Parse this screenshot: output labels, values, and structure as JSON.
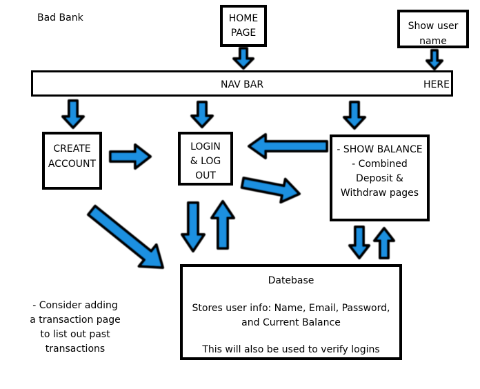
{
  "title": "Bad Bank",
  "nodes": {
    "home_page": {
      "lines": [
        "HOME",
        "PAGE"
      ]
    },
    "show_user_name": {
      "lines": [
        "Show user",
        "name"
      ]
    },
    "nav_bar": {
      "label": "NAV BAR",
      "right_label": "HERE"
    },
    "create_account": {
      "lines": [
        "CREATE",
        "ACCOUNT"
      ]
    },
    "login_logout": {
      "lines": [
        "LOGIN",
        "& LOG",
        "OUT"
      ]
    },
    "show_balance": {
      "lines": [
        "- SHOW BALANCE",
        "- Combined",
        "Deposit &",
        "Withdraw pages"
      ]
    },
    "database": {
      "lines": [
        "Datebase",
        "",
        "Stores user info: Name, Email, Password,",
        "and Current Balance",
        "",
        "This will also be used to verify logins"
      ]
    }
  },
  "note": {
    "lines": [
      "- Consider adding",
      "a transaction page",
      "to list out past",
      "transactions"
    ]
  },
  "colors": {
    "arrow_fill": "#1e90e0",
    "arrow_stroke": "#000000",
    "box_border": "#000000"
  }
}
